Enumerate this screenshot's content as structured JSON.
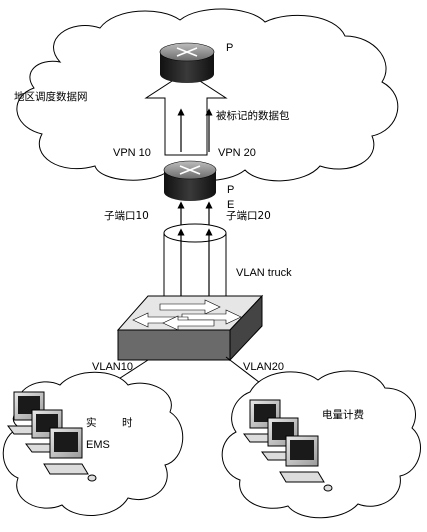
{
  "labels": {
    "regional_network": "地区调度数据网",
    "router_top_label": "P",
    "router_mid_label": "P",
    "router_mid_sub": "E",
    "marked_packets": "被标记的数据包",
    "vpn_left": "VPN 10",
    "vpn_right": "VPN 20",
    "subport_left": "子端口10",
    "subport_right": "子端口20",
    "vlan_trunk": "VLAN truck",
    "vlan_left": "VLAN10",
    "vlan_right": "VLAN20",
    "realtime_line1": "实",
    "realtime_line2": "时",
    "realtime_line3": "EMS",
    "metering": "电量计费"
  },
  "colors": {
    "stroke": "#000000",
    "router_dark": "#2a2a2a",
    "switch_light": "#e6e6e6",
    "switch_dark": "#555555"
  },
  "icons": {
    "router": "router-icon",
    "switch": "switch-icon",
    "computer": "computer-icon"
  }
}
